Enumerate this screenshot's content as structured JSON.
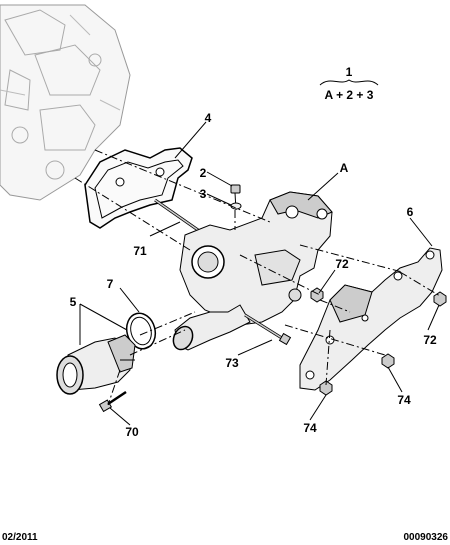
{
  "formula": {
    "top": "1",
    "bottom": "A + 2 + 3"
  },
  "callouts": {
    "c1": "1",
    "c2": "2",
    "c3": "3",
    "c4": "4",
    "c5": "5",
    "c6": "6",
    "c7": "7",
    "cA": "A",
    "c70": "70",
    "c71": "71",
    "c72a": "72",
    "c72b": "72",
    "c73": "73",
    "c74a": "74",
    "c74b": "74"
  },
  "footer": {
    "date": "02/2011",
    "ref": "00090326"
  }
}
